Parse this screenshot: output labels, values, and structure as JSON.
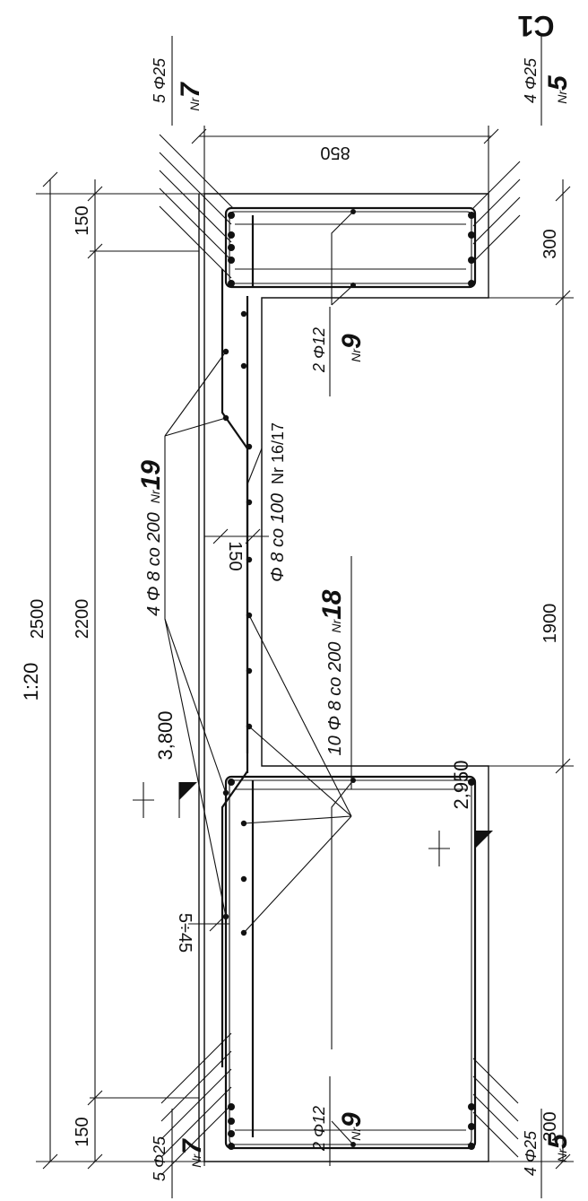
{
  "drawing": {
    "scale": "1:20",
    "title_fragment": "C1",
    "dimensions": {
      "overall": "2500",
      "inner": "2200",
      "flange_left": "150",
      "flange_right": "150",
      "web": "1900",
      "edge_left": "300",
      "edge_right": "300",
      "depth": "850",
      "slab": "150",
      "slope": "5÷45"
    },
    "levels": {
      "top": "3,800",
      "bottom": "2,950"
    },
    "labels": {
      "top_left_bars": {
        "qty": "5 Φ25",
        "nr_prefix": "Nr",
        "nr": "7"
      },
      "top_right_bars": {
        "qty": "4 Φ25",
        "nr_prefix": "Nr",
        "nr": "5"
      },
      "bottom_left_bars": {
        "qty": "5 Φ25",
        "nr_prefix": "Nr",
        "nr": "7"
      },
      "bottom_right_bars": {
        "qty": "4 Φ25",
        "nr_prefix": "Nr",
        "nr": "5"
      },
      "top_side_bars": {
        "qty": "2 Φ12",
        "nr_prefix": "Nr",
        "nr": "9"
      },
      "bottom_side_bars": {
        "qty": "2 Φ12",
        "nr_prefix": "Nr",
        "nr": "9"
      },
      "slab_top": {
        "text": "4 Φ 8  co  200",
        "nr_prefix": "Nr",
        "nr": "19"
      },
      "stirrups": {
        "text": "Φ 8  co  100",
        "nr": "Nr 16/17"
      },
      "slab_bottom": {
        "text": "10 Φ 8  co  200",
        "nr_prefix": "Nr",
        "nr": "18"
      }
    }
  }
}
